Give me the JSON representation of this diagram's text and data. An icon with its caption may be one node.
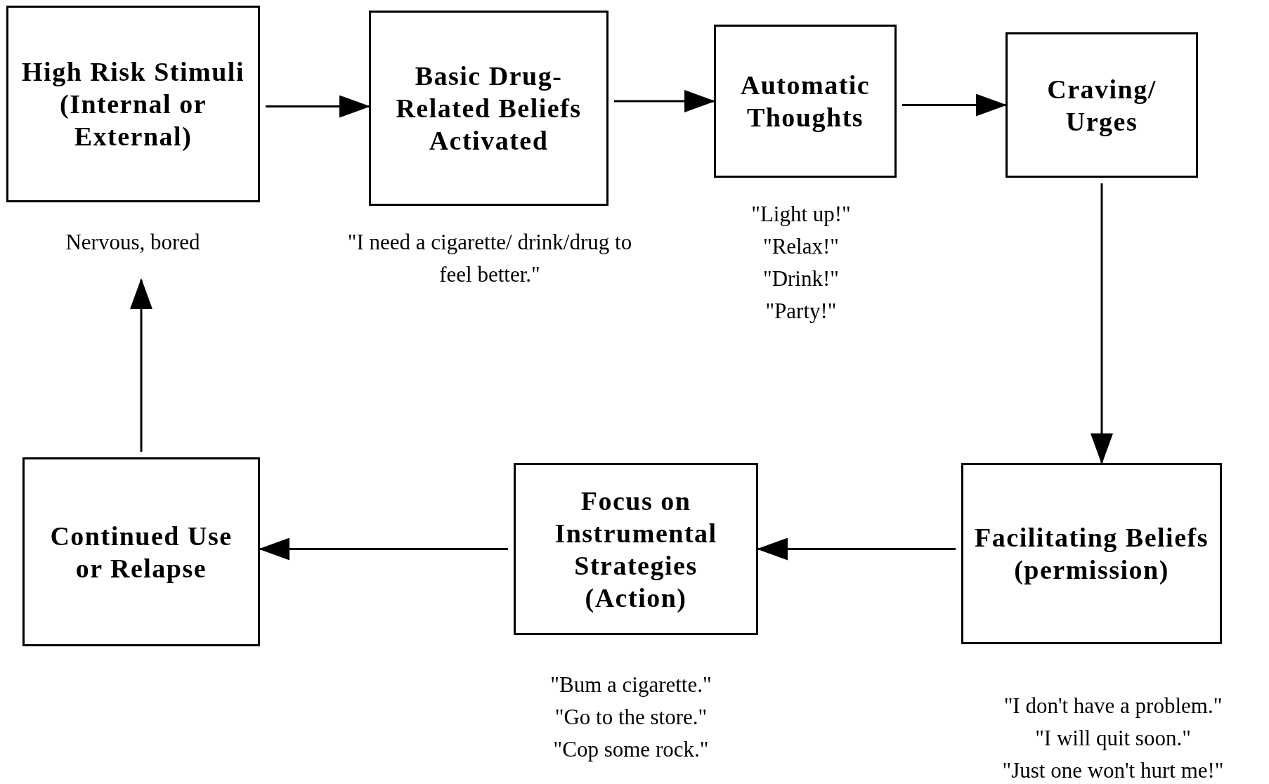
{
  "diagram": {
    "nodes": [
      {
        "text": [
          "High Risk Stimuli (Internal or External)"
        ],
        "beside": [
          "Nervous, bored"
        ]
      },
      {
        "text": [
          "Basic Drug-Related Beliefs Activated"
        ],
        "beside": [
          "\"I need a cigarette/ drink/drug to feel better.\""
        ]
      },
      {
        "text": [
          "Automatic Thoughts"
        ],
        "beside": [
          "\"Light up!\"",
          "\"Relax!\"",
          "\"Drink!\"",
          "\"Party!\""
        ]
      },
      {
        "text": [
          "Craving/ Urges"
        ]
      },
      {
        "text": [
          "Facilitating Beliefs (permission)"
        ],
        "beside": [
          "\"I don't have a problem.\"",
          "\"I will quit soon.\"",
          "\"Just one won't hurt me!\""
        ]
      },
      {
        "text": [
          "Focus on Instrumental Strategies (Action)"
        ],
        "beside": [
          "\"Bum a cigarette.\"",
          "\"Go to the store.\"",
          "\"Cop some rock.\""
        ]
      },
      {
        "text": [
          "Continued Use or Relapse"
        ]
      }
    ],
    "edges": [
      {
        "from": 0,
        "to": 1,
        "arrow": "to"
      },
      {
        "from": 1,
        "to": 2,
        "arrow": "to"
      },
      {
        "from": 2,
        "to": 3,
        "arrow": "to"
      },
      {
        "from": 3,
        "to": 4,
        "arrow": "to"
      },
      {
        "from": 4,
        "to": 5,
        "arrow": "to"
      },
      {
        "from": 5,
        "to": 6,
        "arrow": "to"
      },
      {
        "from": 6,
        "to": 0,
        "arrow": "to"
      }
    ]
  }
}
